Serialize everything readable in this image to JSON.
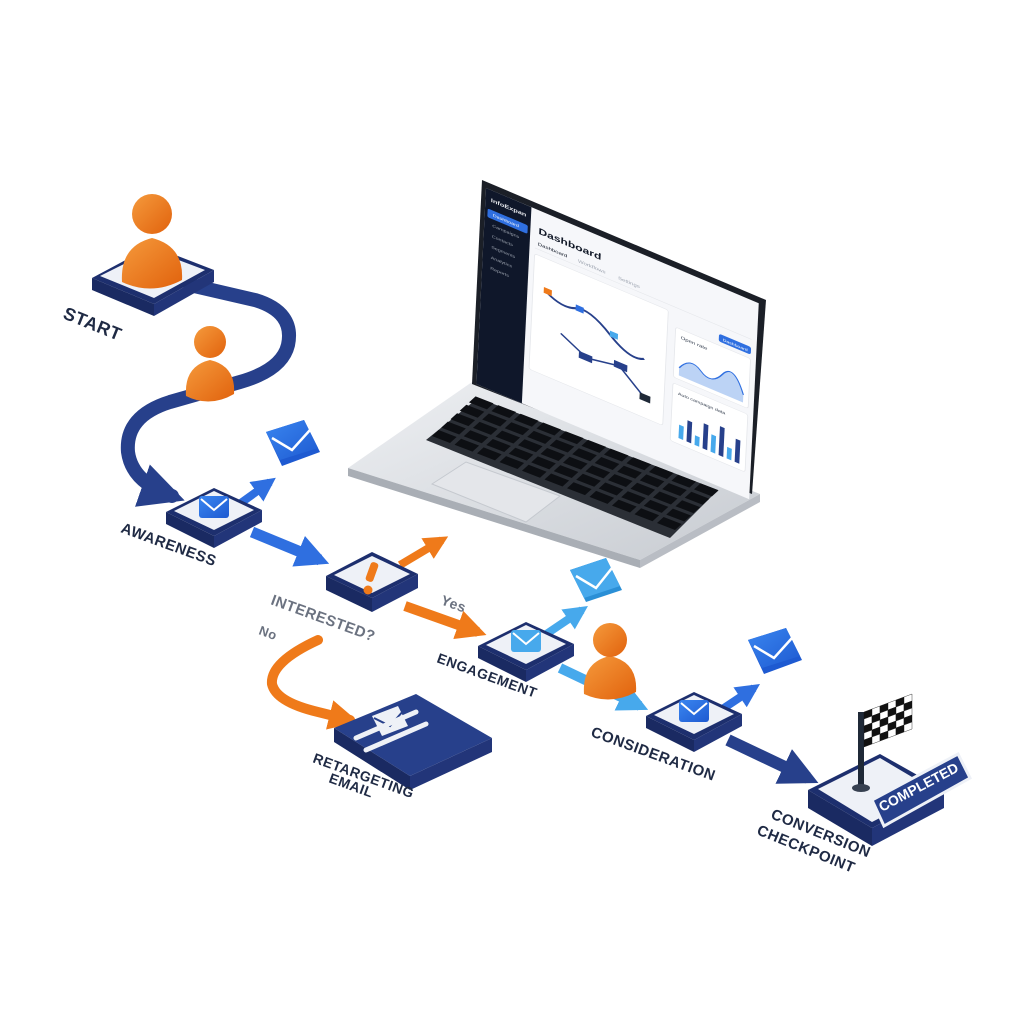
{
  "colors": {
    "navy": "#27408b",
    "navy_dark": "#1d2f6e",
    "orange": "#ef7a1a",
    "blue": "#2f6fe0",
    "sky": "#47a9ec",
    "node_top": "#eef1f7",
    "laptop_silver": "#d9dce1",
    "screen_dark": "#111827"
  },
  "flow": {
    "start": {
      "label": "START",
      "icon": "person-icon"
    },
    "awareness": {
      "label": "AWARENESS",
      "icon": "envelope-icon"
    },
    "interested": {
      "label": "INTERESTED?",
      "icon": "exclamation-icon"
    },
    "branch_yes": "Yes",
    "branch_no": "No",
    "engagement": {
      "label": "ENGAGEMENT",
      "icon": "envelope-icon"
    },
    "consideration": {
      "label": "CONSIDERATION",
      "icon": "envelope-icon"
    },
    "retargeting": {
      "label_line1": "RETARGETING",
      "label_line2": "EMAIL",
      "icon": "envelope-icon"
    },
    "conversion": {
      "label_line1": "CONVERSION",
      "label_line2": "CHECKPOINT",
      "badge": "COMPLETED",
      "icon": "checkered-flag-icon"
    }
  },
  "laptop": {
    "brand": "InfoExpan",
    "page_title": "Dashboard",
    "tabs": [
      "Dashboard",
      "Workflows",
      "Settings"
    ],
    "sidebar_items": [
      "Dashboard",
      "Campaigns",
      "Contacts",
      "Segments",
      "Analytics",
      "Reports"
    ],
    "panel_title_1": "Open rate",
    "panel_title_2": "Auto campaign data",
    "action_button": "Dashboard"
  }
}
